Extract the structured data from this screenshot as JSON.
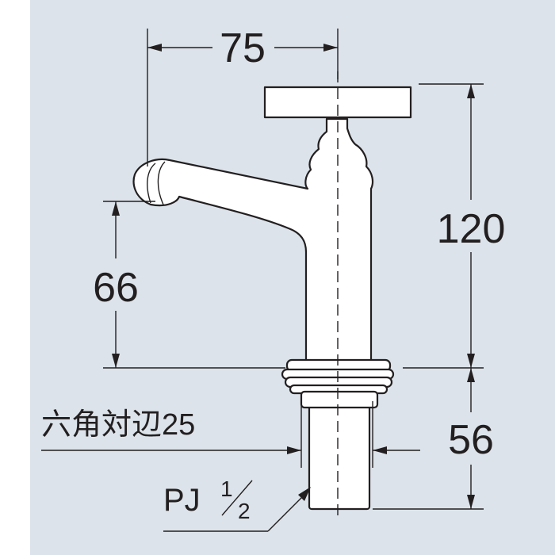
{
  "colors": {
    "background": "#dce3ea",
    "line": "#231f20",
    "part_fill": "#ffffff"
  },
  "dimensions": {
    "spout_reach": "75",
    "total_height": "120",
    "spout_height": "66",
    "base_length": "56",
    "hex_label": "六角対辺25",
    "thread_label": "PJ",
    "thread_fraction_num": "1",
    "thread_fraction_den": "2"
  }
}
